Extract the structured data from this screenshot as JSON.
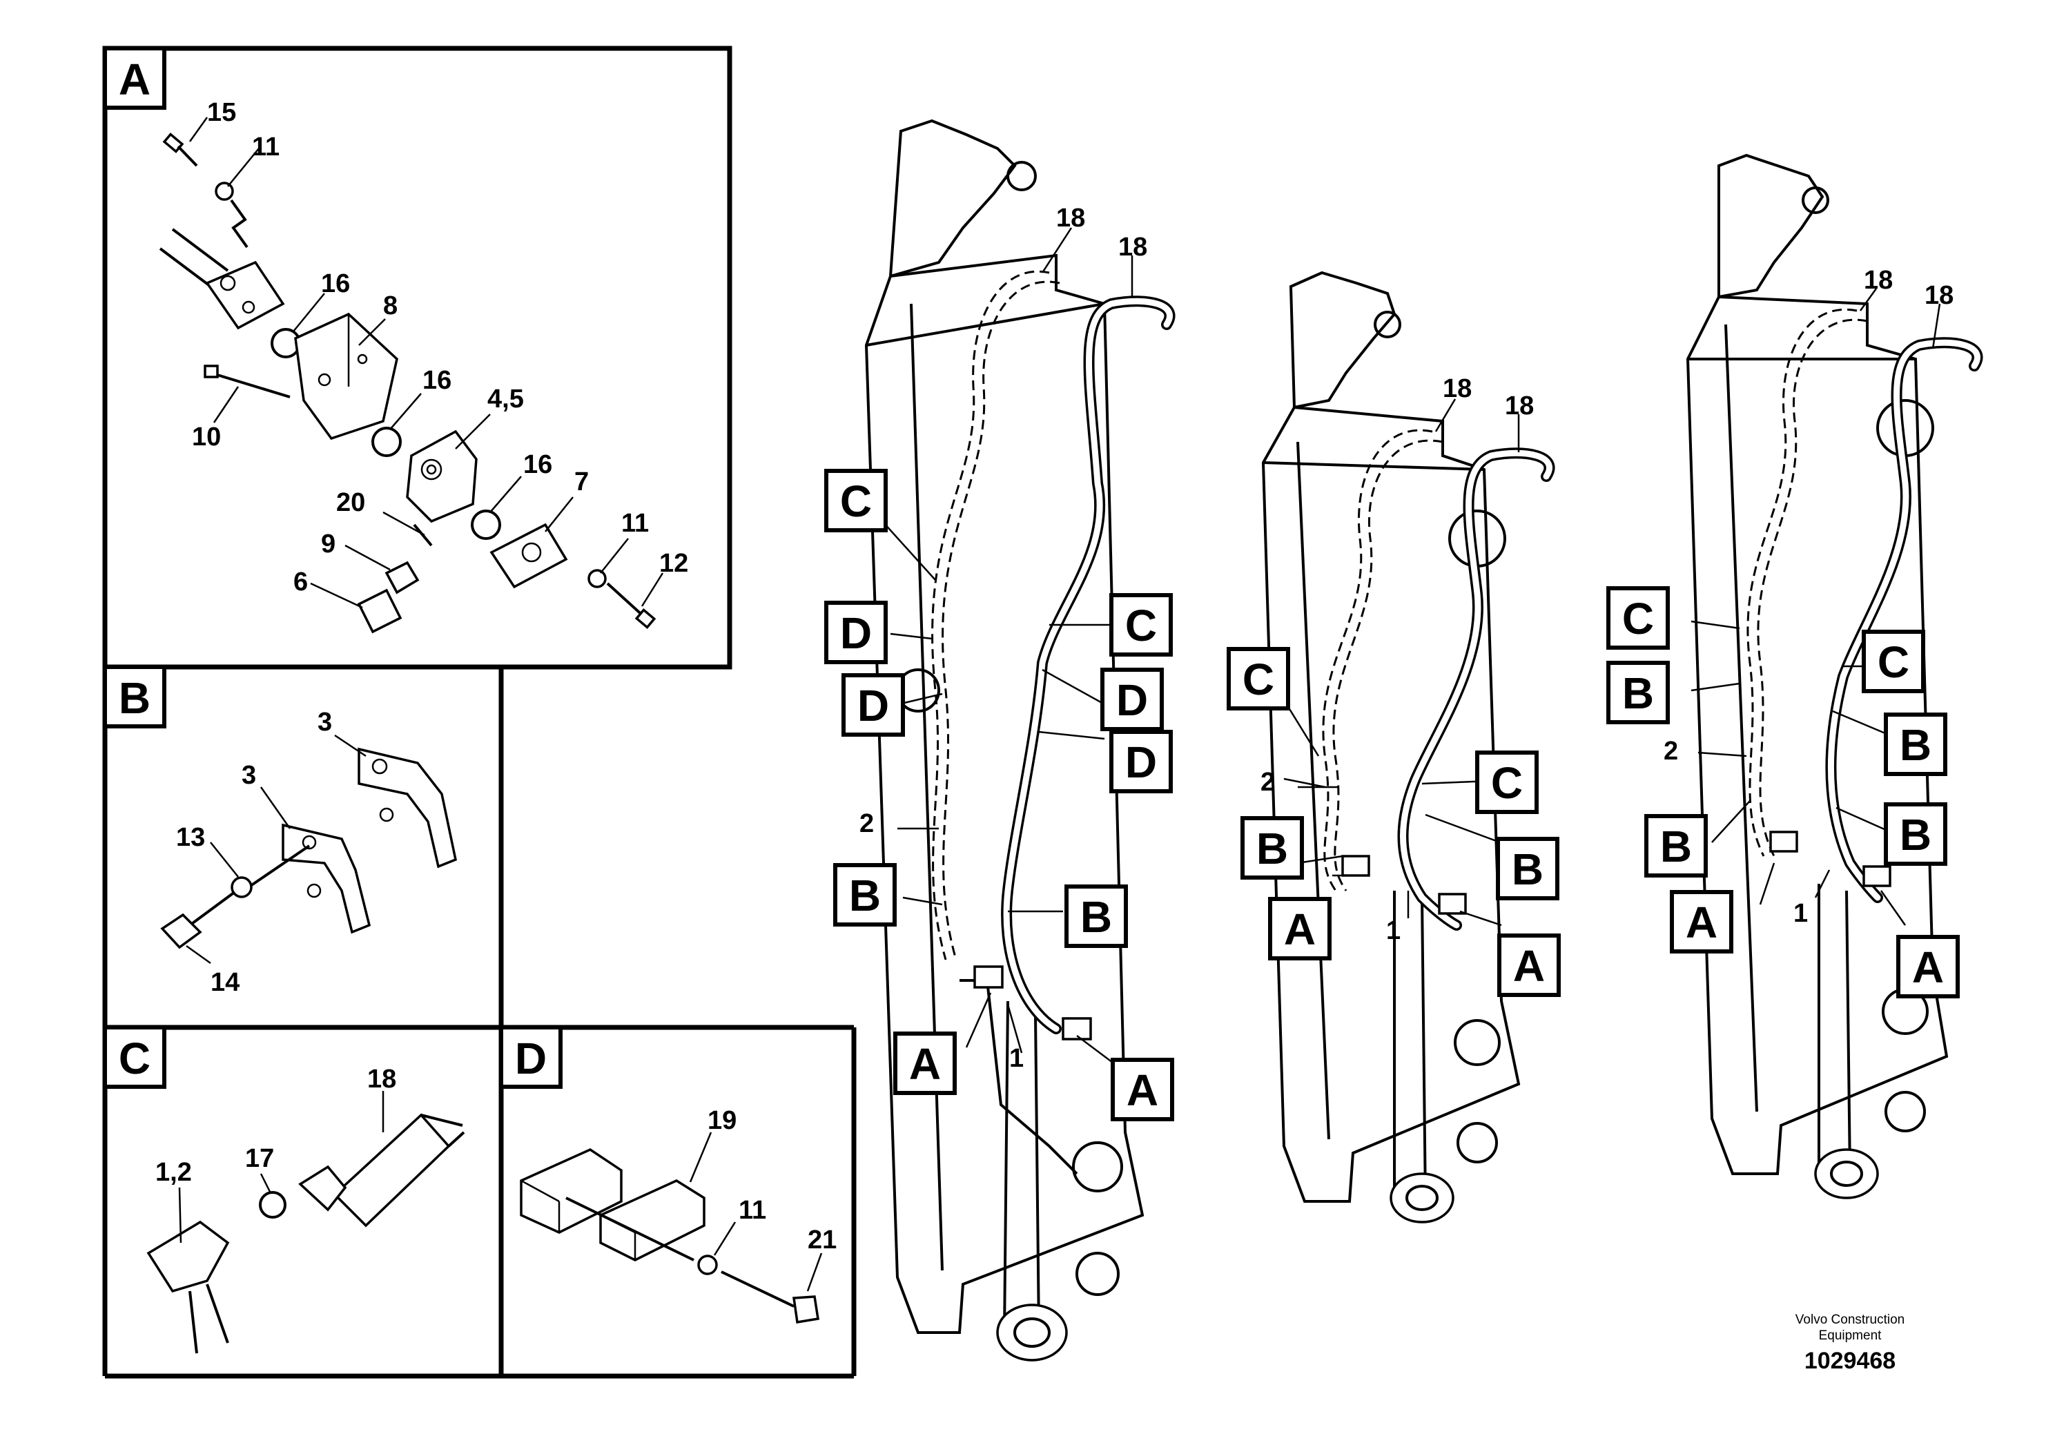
{
  "panels": {
    "a": {
      "letter": "A",
      "callouts": [
        "15",
        "11",
        "16",
        "8",
        "10",
        "16",
        "4,5",
        "16",
        "7",
        "20",
        "9",
        "6",
        "11",
        "12"
      ]
    },
    "b": {
      "letter": "B",
      "callouts": [
        "3",
        "3",
        "13",
        "14"
      ]
    },
    "c": {
      "letter": "C",
      "callouts": [
        "18",
        "17",
        "1,2"
      ]
    },
    "d": {
      "letter": "D",
      "callouts": [
        "19",
        "11",
        "21"
      ]
    }
  },
  "boom1": {
    "items": [
      "18",
      "18",
      "2",
      "1"
    ],
    "tags": [
      "C",
      "D",
      "D",
      "B",
      "A",
      "C",
      "D",
      "D",
      "B",
      "A"
    ]
  },
  "boom2": {
    "items": [
      "18",
      "18",
      "2",
      "1"
    ],
    "tags": [
      "C",
      "B",
      "A",
      "C",
      "B",
      "A"
    ]
  },
  "boom3": {
    "items": [
      "18",
      "18",
      "2",
      "1"
    ],
    "tags": [
      "C",
      "B",
      "B",
      "A",
      "C",
      "B",
      "B",
      "A"
    ]
  },
  "footer": {
    "brand_line1": "Volvo Construction",
    "brand_line2": "Equipment",
    "doc_number": "1029468"
  }
}
